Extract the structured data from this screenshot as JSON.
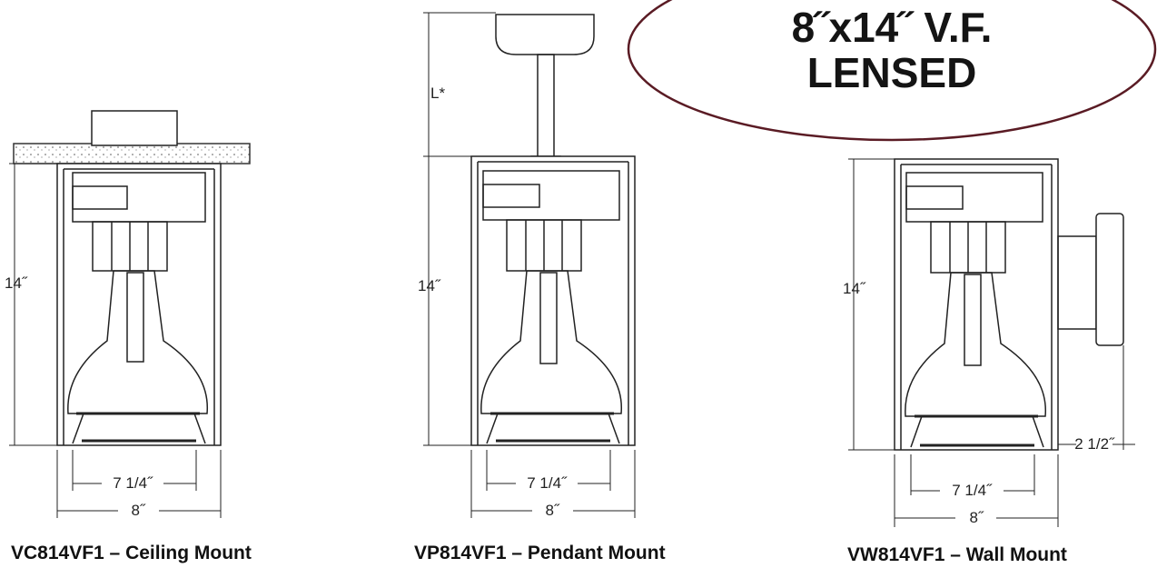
{
  "badge": {
    "line1": "8˝x14˝ V.F.",
    "line2": "LENSED",
    "outline_color": "#5a1b24"
  },
  "views": [
    {
      "id": "ceiling",
      "caption": "VC814VF1 – Ceiling Mount",
      "height_label": "14˝",
      "inner_width_label": "7 1/4˝",
      "outer_width_label": "8˝"
    },
    {
      "id": "pendant",
      "caption": "VP814VF1 – Pendant Mount",
      "height_label": "14˝",
      "stem_label": "L*",
      "inner_width_label": "7 1/4˝",
      "outer_width_label": "8˝"
    },
    {
      "id": "wall",
      "caption": "VW814VF1 – Wall Mount",
      "height_label": "14˝",
      "inner_width_label": "7 1/4˝",
      "outer_width_label": "8˝",
      "offset_label": "2 1/2˝"
    }
  ]
}
